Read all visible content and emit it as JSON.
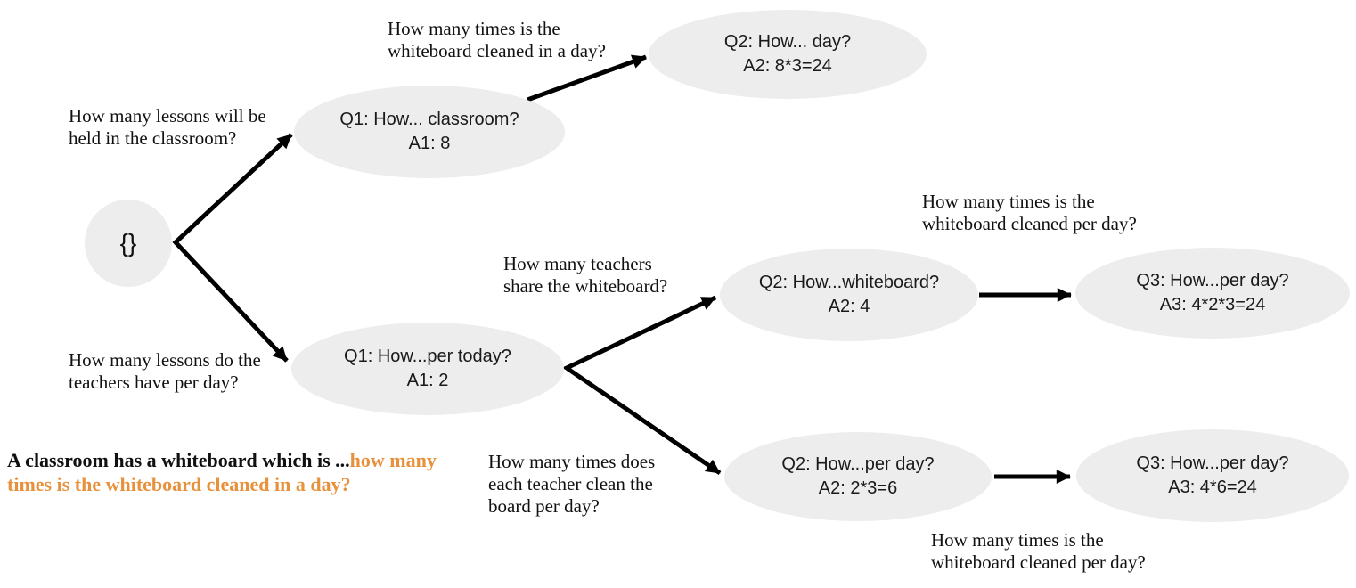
{
  "figure": {
    "root": {
      "label": "{}"
    },
    "problem": {
      "text_black": "A classroom has a whiteboard which is ...",
      "text_highlight": "how many times is the whiteboard cleaned in a day?"
    },
    "nodes": [
      {
        "id": "q1-classroom",
        "question": "Q1: How... classroom?",
        "answer": "A1: 8"
      },
      {
        "id": "q2-day",
        "question": "Q2: How... day?",
        "answer": "A2: 8*3=24"
      },
      {
        "id": "q1-per-today",
        "question": "Q1: How...per today?",
        "answer": "A1: 2"
      },
      {
        "id": "q2-whiteboard",
        "question": "Q2: How...whiteboard?",
        "answer": "A2: 4"
      },
      {
        "id": "q3-per-day-top",
        "question": "Q3: How...per day?",
        "answer": "A3: 4*2*3=24"
      },
      {
        "id": "q2-per-day",
        "question": "Q2: How...per day?",
        "answer": "A2: 2*3=6"
      },
      {
        "id": "q3-per-day-bottom",
        "question": "Q3: How...per day?",
        "answer": "A3: 4*6=24"
      }
    ],
    "edge_labels": [
      {
        "id": "cleaned-in-a-day",
        "text": "How many times is the\nwhiteboard cleaned in a day?"
      },
      {
        "id": "lessons-in-classroom",
        "text": "How many lessons will be\nheld in the classroom?"
      },
      {
        "id": "teachers-share",
        "text": "How many teachers\nshare the whiteboard?"
      },
      {
        "id": "lessons-per-day",
        "text": "How many lessons do the\nteachers have per day?"
      },
      {
        "id": "cleaned-per-day-top",
        "text": "How many times is the\nwhiteboard cleaned per day?"
      },
      {
        "id": "teacher-clean-board",
        "text": "How many times does\neach teacher clean the\nboard per day?"
      },
      {
        "id": "cleaned-per-day-bottom",
        "text": "How many times is the\nwhiteboard cleaned per day?"
      }
    ],
    "colors": {
      "node_fill": "#EDEDED",
      "highlight": "#E8913C",
      "arrow": "#000000"
    }
  }
}
